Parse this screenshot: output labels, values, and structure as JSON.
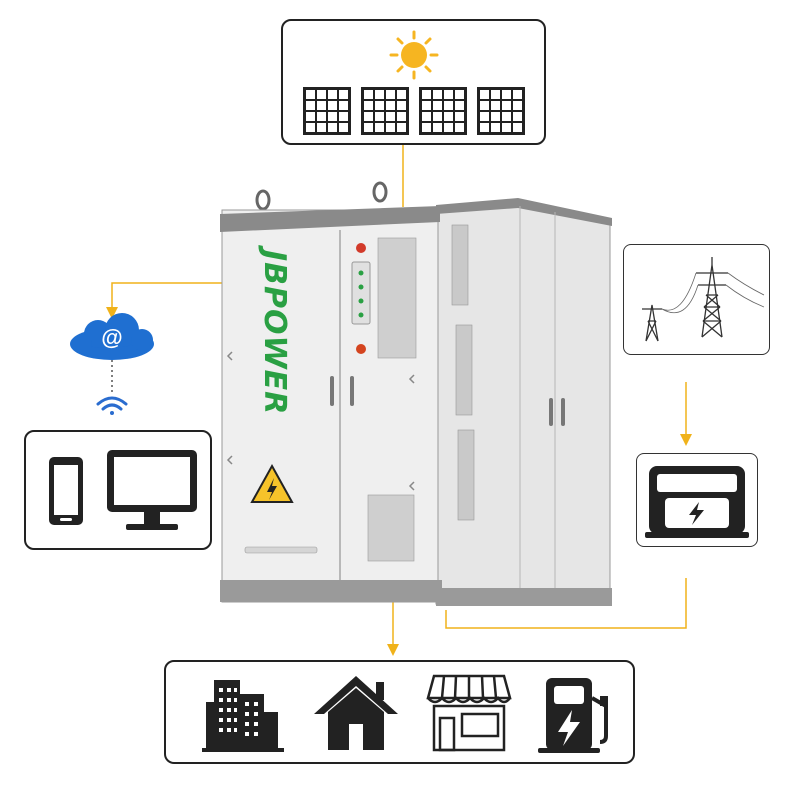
{
  "brand": {
    "logo_text": "JBPOWER",
    "logo_color": "#2aa043"
  },
  "colors": {
    "arrow": "#f0b21a",
    "cabinet": "#eeeeee",
    "trim": "#8a8a8a",
    "cloud": "#1f6fd1",
    "sun": "#f6b521"
  },
  "nodes": {
    "solar": {
      "icon": "solar-panels-icon",
      "panel_count": 4
    },
    "cloud": {
      "icon": "cloud-email-icon",
      "symbol": "@"
    },
    "wifi": {
      "icon": "wifi-icon"
    },
    "devices": {
      "icons": [
        "smartphone-icon",
        "monitor-icon"
      ]
    },
    "grid": {
      "icon": "power-transmission-tower-icon"
    },
    "meter": {
      "icon": "electric-meter-icon"
    },
    "loads": {
      "icons": [
        "office-building-icon",
        "house-icon",
        "shop-icon",
        "ev-charging-station-icon"
      ]
    },
    "cabinet": {
      "icon": "energy-storage-cabinet",
      "warning": "high-voltage-warning-icon"
    }
  }
}
